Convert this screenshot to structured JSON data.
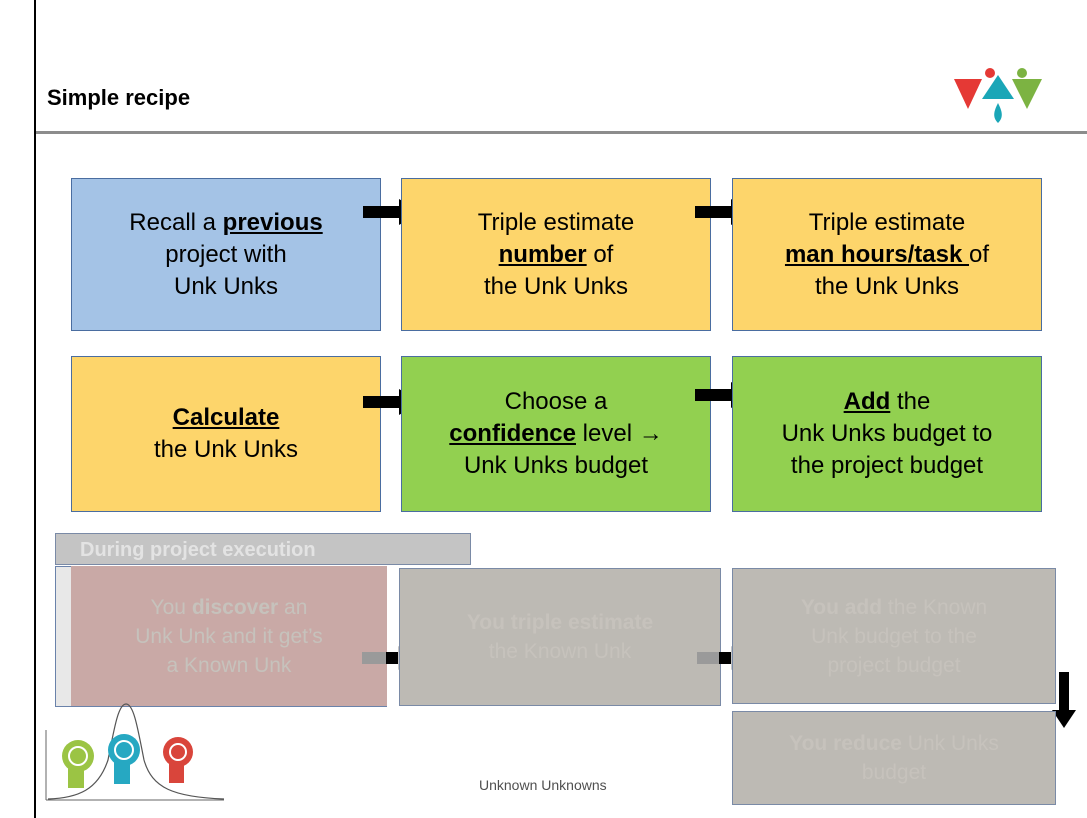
{
  "title": "Simple recipe",
  "row1": {
    "box1": {
      "l1": "Recall a ",
      "l1b": "previous",
      "l2": "project with",
      "l3": "Unk Unks"
    },
    "box2": {
      "l1": "Triple estimate",
      "l2b": "number",
      "l2": " of",
      "l3": "the Unk Unks"
    },
    "box3": {
      "l1": "Triple estimate",
      "l2b": "man hours/task ",
      "l2": "of",
      "l3": "the Unk Unks"
    }
  },
  "row2": {
    "box1": {
      "l1b": "Calculate",
      "l2": "the Unk Unks"
    },
    "box2": {
      "l1": "Choose a",
      "l2b": "confidence",
      "l2": " level →",
      "l3": "Unk Unks budget"
    },
    "box3": {
      "l1b": "Add",
      "l1": " the",
      "l2": "Unk Unks budget to",
      "l3": "the project budget"
    }
  },
  "execution": {
    "header": "During project execution",
    "box1": {
      "l1": "You ",
      "l1b": "discover",
      "l1c": " an",
      "l2": "Unk Unk and it get’s",
      "l3": "a Known Unk"
    },
    "box2": {
      "l1b": "You triple estimate",
      "l2": "the Known Unk"
    },
    "box3": {
      "l1b": "You add",
      "l1": " the Known",
      "l2": "Unk budget to the",
      "l3": "project budget"
    },
    "box4": {
      "l1b": "You reduce",
      "l1": " Unk Unks",
      "l2": "budget"
    }
  },
  "footer": "Unknown Unknowns",
  "colors": {
    "blue": "#a4c3e6",
    "yellow": "#fdd56b",
    "green": "#92d050"
  }
}
